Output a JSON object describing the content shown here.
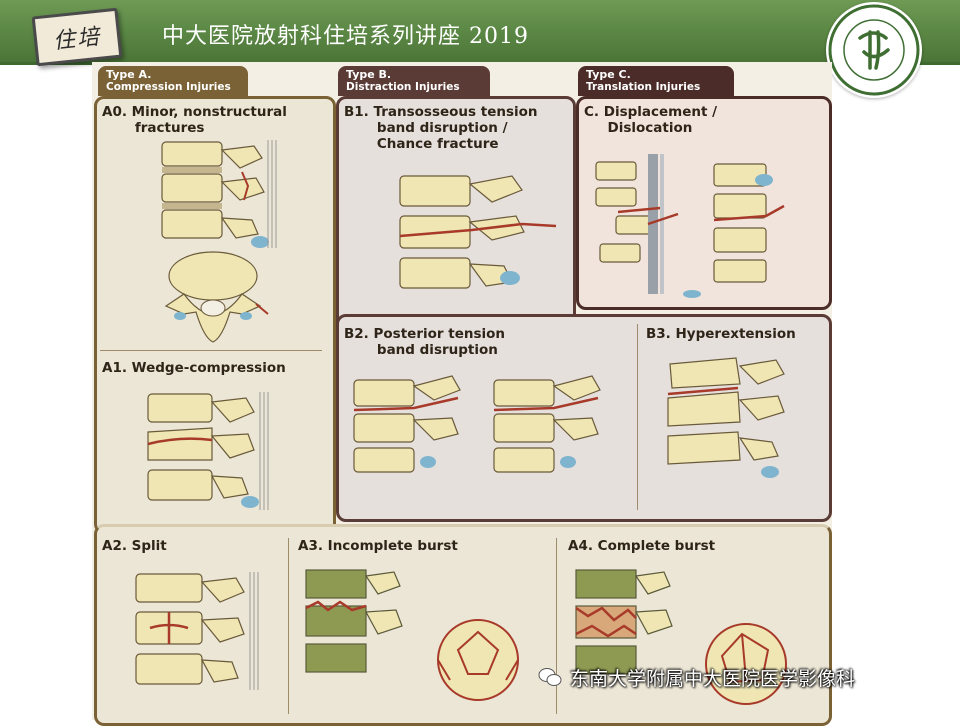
{
  "header": {
    "stamp_text": "住培",
    "series_title": "中大医院放射科住培系列讲座 2019"
  },
  "types": [
    {
      "code": "Type A.",
      "name": "Compression Injuries"
    },
    {
      "code": "Type B.",
      "name": "Distraction Injuries"
    },
    {
      "code": "Type C.",
      "name": "Translation Injuries"
    }
  ],
  "subtypes": {
    "a0": "A0. Minor, nonstructural\n       fractures",
    "a1": "A1. Wedge-compression",
    "a2": "A2. Split",
    "a3": "A3. Incomplete burst",
    "a4": "A4. Complete burst",
    "b1": "B1. Transosseous tension\n       band disruption /\n       Chance fracture",
    "b2": "B2. Posterior tension\n       band disruption",
    "b3": "B3. Hyperextension",
    "c": "C. Displacement /\n     Dislocation"
  },
  "watermark": "东南大学附属中大医院医学影像科",
  "colors": {
    "header_green": "#5a8644",
    "type_a": "#7a6236",
    "type_b": "#5b3b35",
    "type_c": "#4b2c28",
    "bone": "#efe6b4",
    "fracture": "#a83a2a"
  }
}
